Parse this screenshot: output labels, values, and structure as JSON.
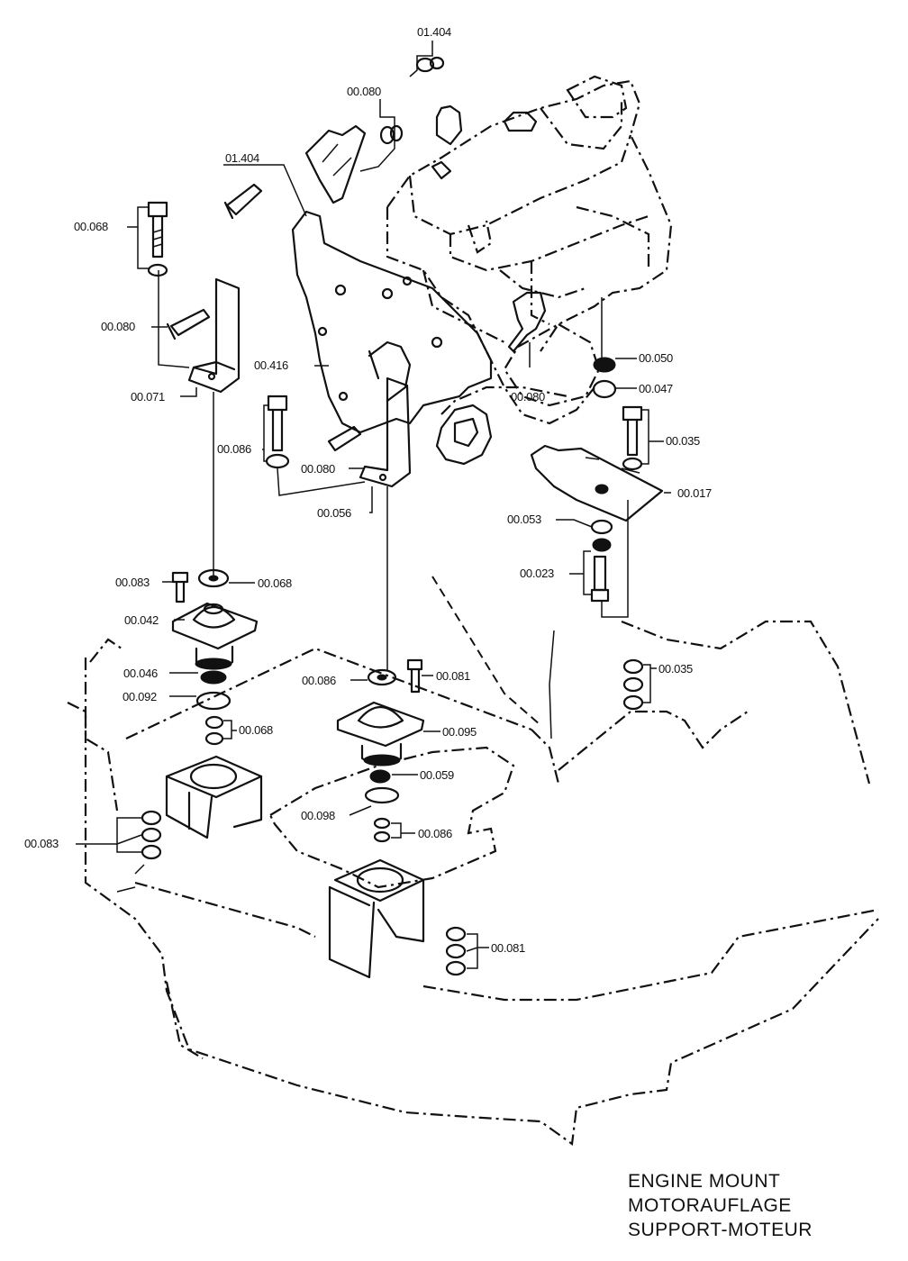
{
  "title_lines": [
    "ENGINE MOUNT",
    "MOTORAUFLAGE",
    "SUPPORT-MOTEUR"
  ],
  "callouts": {
    "p01404_top": "01.404",
    "p00080_top": "00.080",
    "p01404_mid": "01.404",
    "p00068_bolt": "00.068",
    "p00080_left": "00.080",
    "p00416": "00.416",
    "p00071": "00.071",
    "p00086_upper": "00.086",
    "p00080_center": "00.080",
    "p00056": "00.056",
    "p00080_right": "00.080",
    "p00050": "00.050",
    "p00047": "00.047",
    "p00035_upper": "00.035",
    "p00017": "00.017",
    "p00053": "00.053",
    "p00023": "00.023",
    "p00083_bolt": "00.083",
    "p00068_washer": "00.068",
    "p00042": "00.042",
    "p00046": "00.046",
    "p00092": "00.092",
    "p00068_stack": "00.068",
    "p00086_mid": "00.086",
    "p00081_bolt": "00.081",
    "p00095": "00.095",
    "p00059": "00.059",
    "p00098": "00.098",
    "p00086_stack": "00.086",
    "p00035_lower": "00.035",
    "p00083_stack": "00.083",
    "p00081_stack": "00.081"
  }
}
